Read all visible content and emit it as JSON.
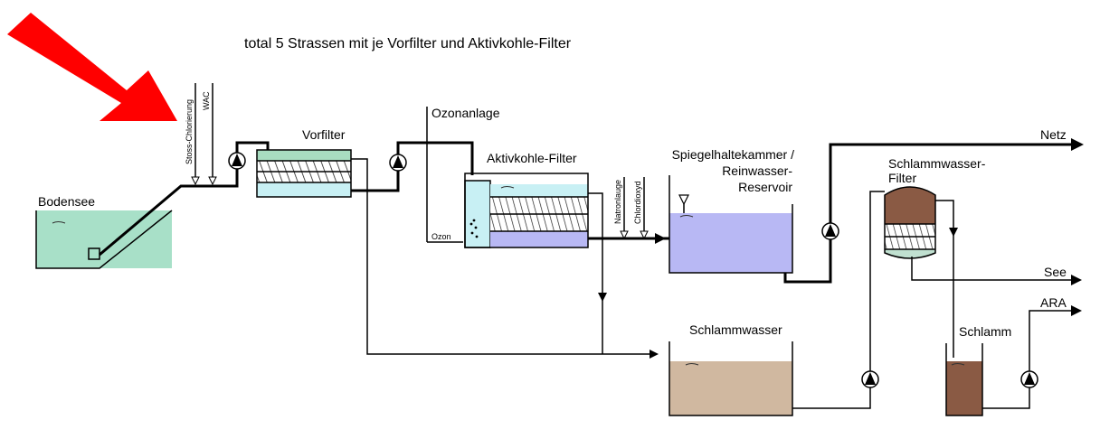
{
  "title": "total 5 Strassen mit je Vorfilter und Aktivkohle-Filter",
  "labels": {
    "bodensee": "Bodensee",
    "vorfilter": "Vorfilter",
    "ozonanlage": "Ozonanlage",
    "ozon": "Ozon",
    "aktivkohle": "Aktivkohle-Filter",
    "spiegel_1": "Spiegelhaltekammer /",
    "spiegel_2": "Reinwasser-",
    "spiegel_3": "Reservoir",
    "netz": "Netz",
    "schlammwasser_filter_1": "Schlammwasser-",
    "schlammwasser_filter_2": "Filter",
    "see": "See",
    "ara": "ARA",
    "schlammwasser": "Schlammwasser",
    "schlamm": "Schlamm",
    "stoss_chlorierung": "Stoss-Chlorierung",
    "wac": "WAC",
    "natronlauge": "Natronlauge",
    "chlordioxyd": "Chlordioxyd"
  },
  "colors": {
    "lake": "#a8e0c8",
    "prefilter_top": "#a8dcc0",
    "prefilter_bottom": "#c8f0f4",
    "carbon_water": "#c8f0f4",
    "carbon_bottom": "#b8b8f4",
    "reservoir": "#b8b8f4",
    "sludge_water": "#d0b8a0",
    "sludge": "#8a5a44",
    "sludge_filter": "#8a5a44",
    "sludge_filter_bottom": "#c0e0d0",
    "arrow": "#ff0000"
  },
  "icons": {
    "pointer": "red-arrow-icon",
    "pump": "pump-icon"
  }
}
